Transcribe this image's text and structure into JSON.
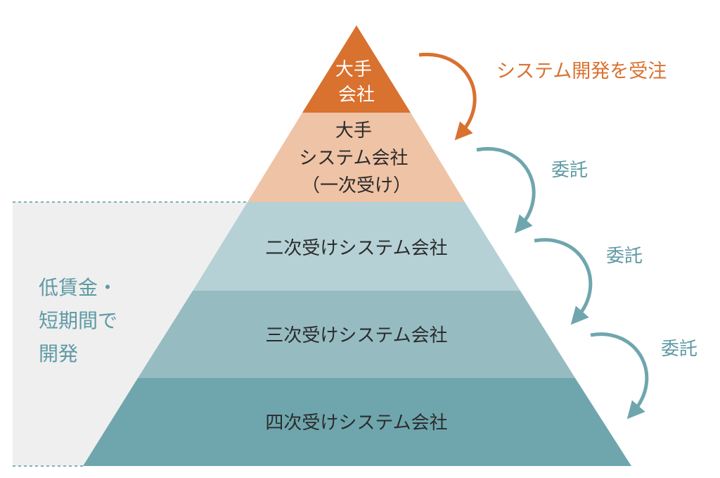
{
  "side_panel": {
    "lines": [
      "低賃金・",
      "短期間で",
      "開発"
    ]
  },
  "tiers": [
    {
      "lines": [
        "大手",
        "会社"
      ]
    },
    {
      "lines": [
        "大手",
        "システム会社",
        "（一次受け）"
      ]
    },
    {
      "lines": [
        "二次受けシステム会社"
      ]
    },
    {
      "lines": [
        "三次受けシステム会社"
      ]
    },
    {
      "lines": [
        "四次受けシステム会社"
      ]
    }
  ],
  "arrows": [
    {
      "label": "システム開発を受注"
    },
    {
      "label": "委託"
    },
    {
      "label": "委託"
    },
    {
      "label": "委託"
    }
  ],
  "colors": {
    "tier_top": "#d9712f",
    "tier_1": "#efc3a6",
    "tier_2": "#b5d1d6",
    "tier_3": "#96bcc2",
    "tier_4": "#6fa6ae",
    "side_panel": "#efefef",
    "orange_arrow": "#d9712f",
    "teal_arrow": "#6fa6ae",
    "dashed_line": "#7fb0b7"
  }
}
